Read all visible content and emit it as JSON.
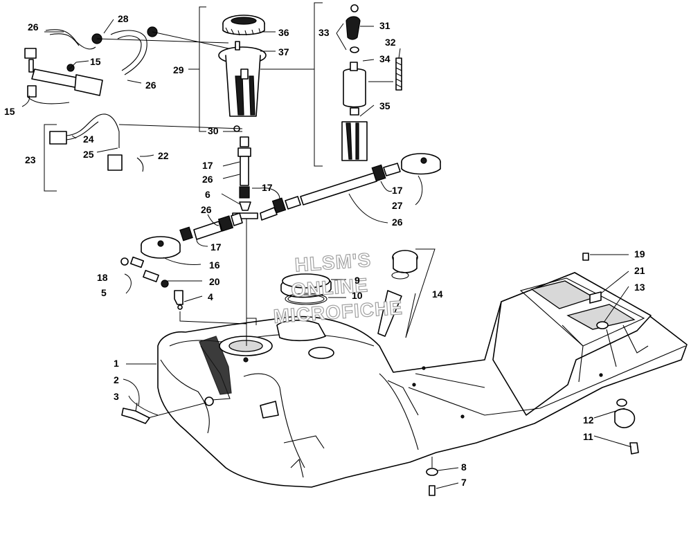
{
  "watermark": {
    "lines": [
      "HLSM'S",
      "ONLINE",
      "MICROFICHE"
    ]
  },
  "callouts": {
    "c1": "1",
    "c2": "2",
    "c3": "3",
    "c4": "4",
    "c5": "5",
    "c6": "6",
    "c7": "7",
    "c8": "8",
    "c9": "9",
    "c10": "10",
    "c11": "11",
    "c12": "12",
    "c13": "13",
    "c14": "14",
    "c15a": "15",
    "c15b": "15",
    "c16": "16",
    "c17a": "17",
    "c17b": "17",
    "c17c": "17",
    "c17d": "17",
    "c18": "18",
    "c19": "19",
    "c20": "20",
    "c21": "21",
    "c22": "22",
    "c23": "23",
    "c24": "24",
    "c25": "25",
    "c26a": "26",
    "c26b": "26",
    "c26c": "26",
    "c26d": "26",
    "c26e": "26",
    "c27": "27",
    "c28": "28",
    "c29": "29",
    "c30": "30",
    "c31": "31",
    "c32": "32",
    "c33": "33",
    "c34": "34",
    "c35": "35",
    "c36": "36",
    "c37": "37"
  },
  "colors": {
    "line": "#000000",
    "background": "#ffffff",
    "watermark_outline": "#a0a0a0"
  }
}
